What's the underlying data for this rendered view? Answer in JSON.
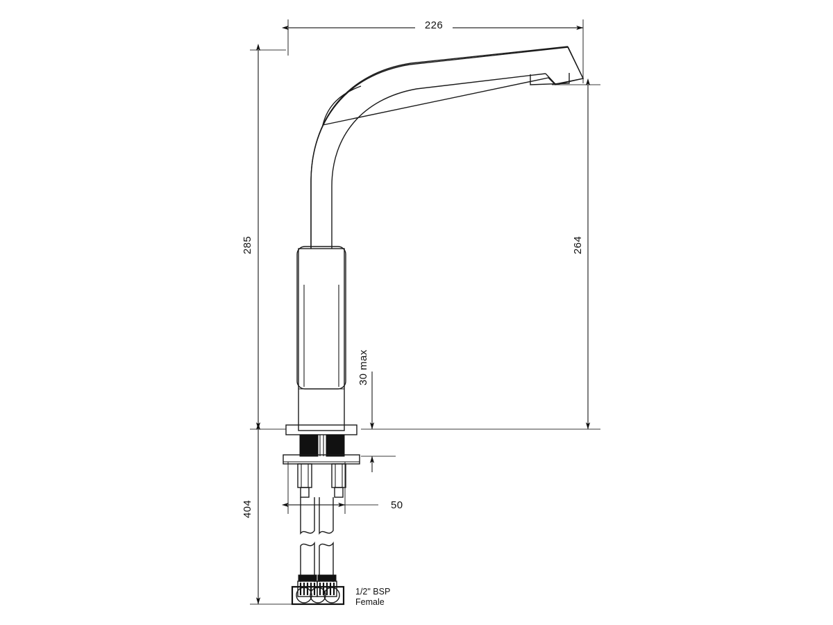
{
  "drawing": {
    "title": "Kitchen Mixer Tap Technical Dimension Drawing",
    "background_color": "#ffffff",
    "line_color": "#1a1a1a",
    "dimension_color": "#2a2a2a",
    "units": "mm",
    "projection": "side elevation"
  },
  "dimensions": {
    "reach": {
      "label": "226",
      "name": "spout-reach",
      "orientation": "horizontal",
      "position": "top"
    },
    "overall_height": {
      "label": "285",
      "name": "overall-height-above-bench",
      "orientation": "vertical-rotated",
      "position": "left"
    },
    "spout_height": {
      "label": "264",
      "name": "spout-outlet-height",
      "orientation": "vertical-rotated",
      "position": "right"
    },
    "bench_thickness": {
      "label": "30 max",
      "name": "bench-thickness-max",
      "orientation": "vertical-rotated",
      "position": "center"
    },
    "below_bench": {
      "label": "404",
      "name": "below-bench-length",
      "orientation": "vertical-rotated",
      "position": "lower-left"
    },
    "tail_spacing": {
      "label": "50",
      "name": "tail-centre-spacing",
      "orientation": "horizontal",
      "position": "lower"
    }
  },
  "annotations": {
    "connection": {
      "line1": "1/2\" BSP",
      "line2": "Female",
      "name": "inlet-connection-note"
    }
  }
}
